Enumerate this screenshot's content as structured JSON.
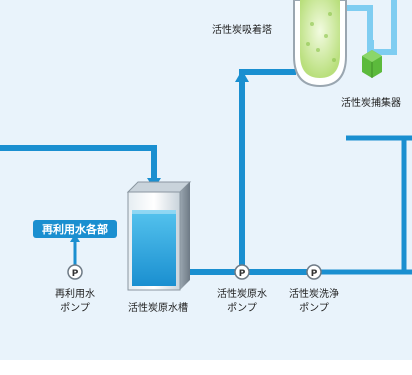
{
  "labels": {
    "adsorption_tower": "活性炭吸着塔",
    "carbon_collector": "活性炭捕集器",
    "reuse_section": "再利用水各部",
    "reuse_pump_line1": "再利用水",
    "reuse_pump_line2": "ポンプ",
    "raw_water_tank": "活性炭原水槽",
    "raw_water_pump_line1": "活性炭原水",
    "raw_water_pump_line2": "ポンプ",
    "wash_pump_line1": "活性炭洗浄",
    "wash_pump_line2": "ポンプ"
  },
  "pump_symbol": "P",
  "colors": {
    "background": "#ffffff",
    "panel": "#e9f3fb",
    "pipe": "#1a8fd0",
    "pipe_light": "#7fcdf1",
    "label_box": "#1a8fd0",
    "tower": "#d9f0b5",
    "collector": "#5cba3c"
  }
}
